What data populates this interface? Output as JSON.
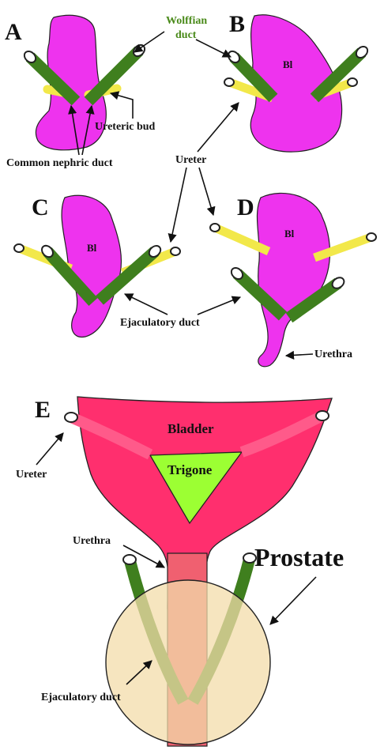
{
  "panels": {
    "a": "A",
    "b": "B",
    "c": "C",
    "d": "D",
    "e": "E"
  },
  "labels": {
    "wolffian_duct_line1": "Wolffian",
    "wolffian_duct_line2": "duct",
    "ureteric_bud": "Ureteric bud",
    "common_nephric_duct": "Common nephric duct",
    "ureter": "Ureter",
    "bl_b": "Bl",
    "bl_c": "Bl",
    "bl_d": "Bl",
    "ejaculatory_duct": "Ejaculatory duct",
    "urethra_d": "Urethra",
    "bladder": "Bladder",
    "trigone": "Trigone",
    "ureter_e": "Ureter",
    "urethra_e": "Urethra",
    "prostate": "Prostate",
    "ejaculatory_duct_e": "Ejaculatory duct"
  },
  "colors": {
    "bladder_embryo": "#ee33ee",
    "wolffian_duct": "#3f7f1e",
    "ureter": "#f2e84a",
    "bladder_adult": "#ff2f6e",
    "trigone": "#9cff33",
    "prostate": "#f3dcaa"
  }
}
